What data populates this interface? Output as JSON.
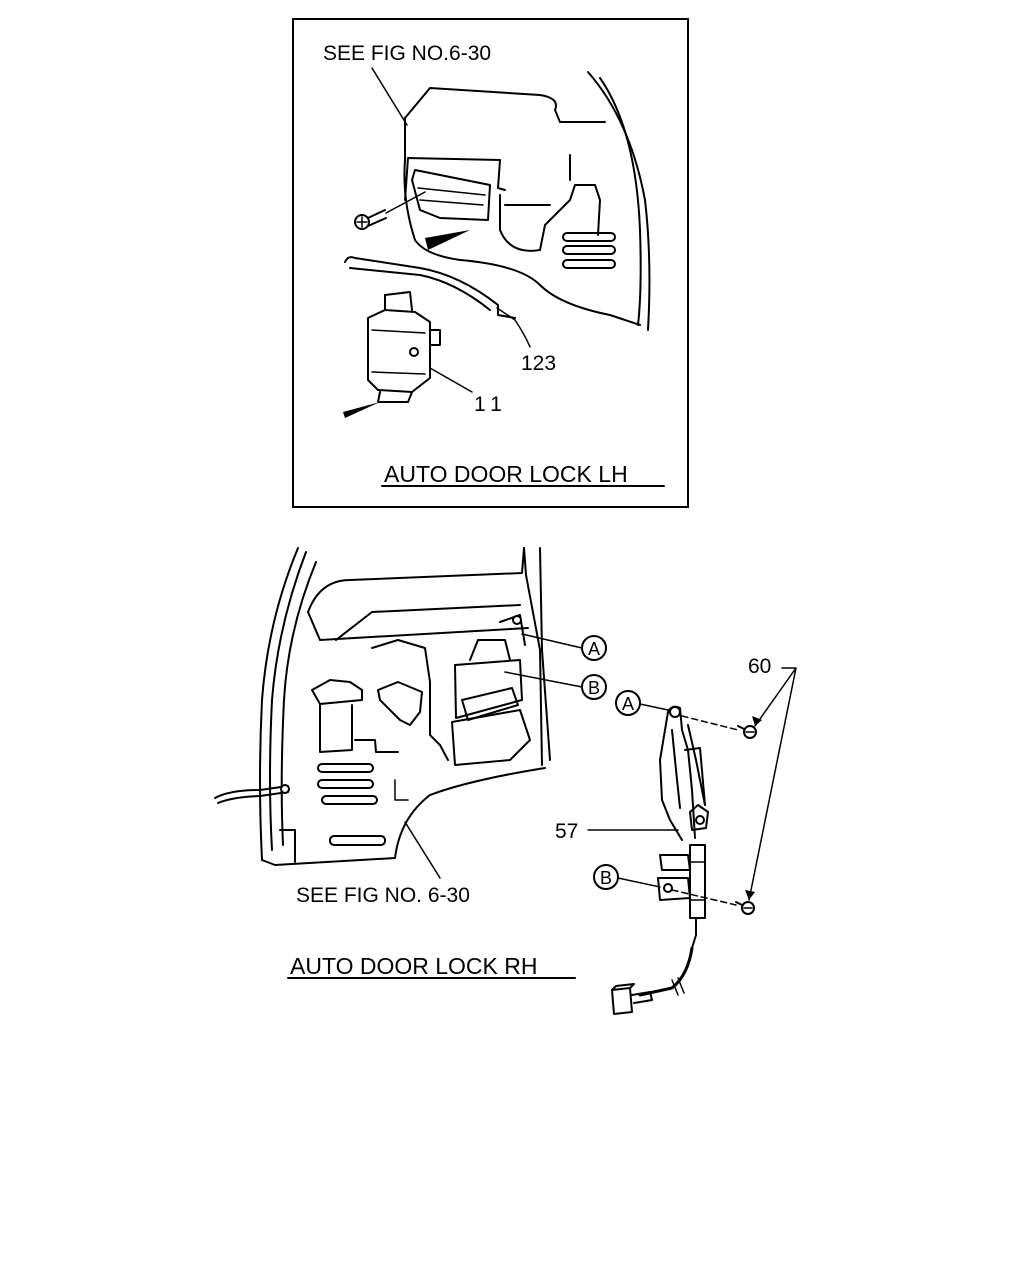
{
  "lh": {
    "reference": "SEE FIG NO.6-30",
    "part_123": "123",
    "part_11": "11",
    "caption": "AUTO DOOR LOCK LH"
  },
  "rh": {
    "callout_a": "A",
    "callout_b": "B",
    "part_60": "60",
    "part_57": "57",
    "reference": "SEE FIG NO. 6-30",
    "caption": "AUTO DOOR LOCK RH"
  }
}
